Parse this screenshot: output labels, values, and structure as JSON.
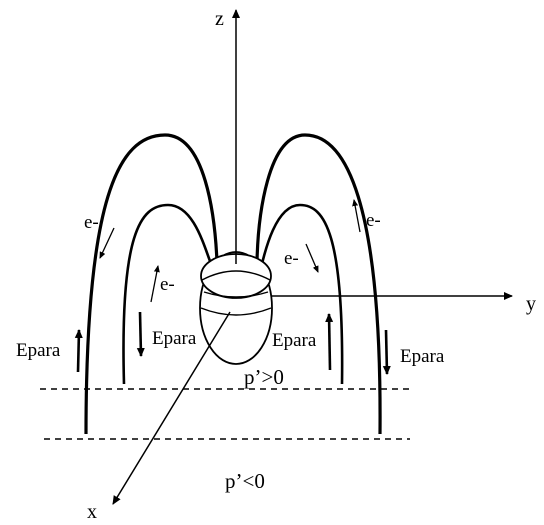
{
  "axes": {
    "z_label": "z",
    "y_label": "y",
    "x_label": "x"
  },
  "regions": {
    "upper": "p’>0",
    "lower": "p’<0"
  },
  "electron_label": "e-",
  "field_label": "Epara",
  "colors": {
    "ink": "#000000",
    "background": "#ffffff"
  }
}
